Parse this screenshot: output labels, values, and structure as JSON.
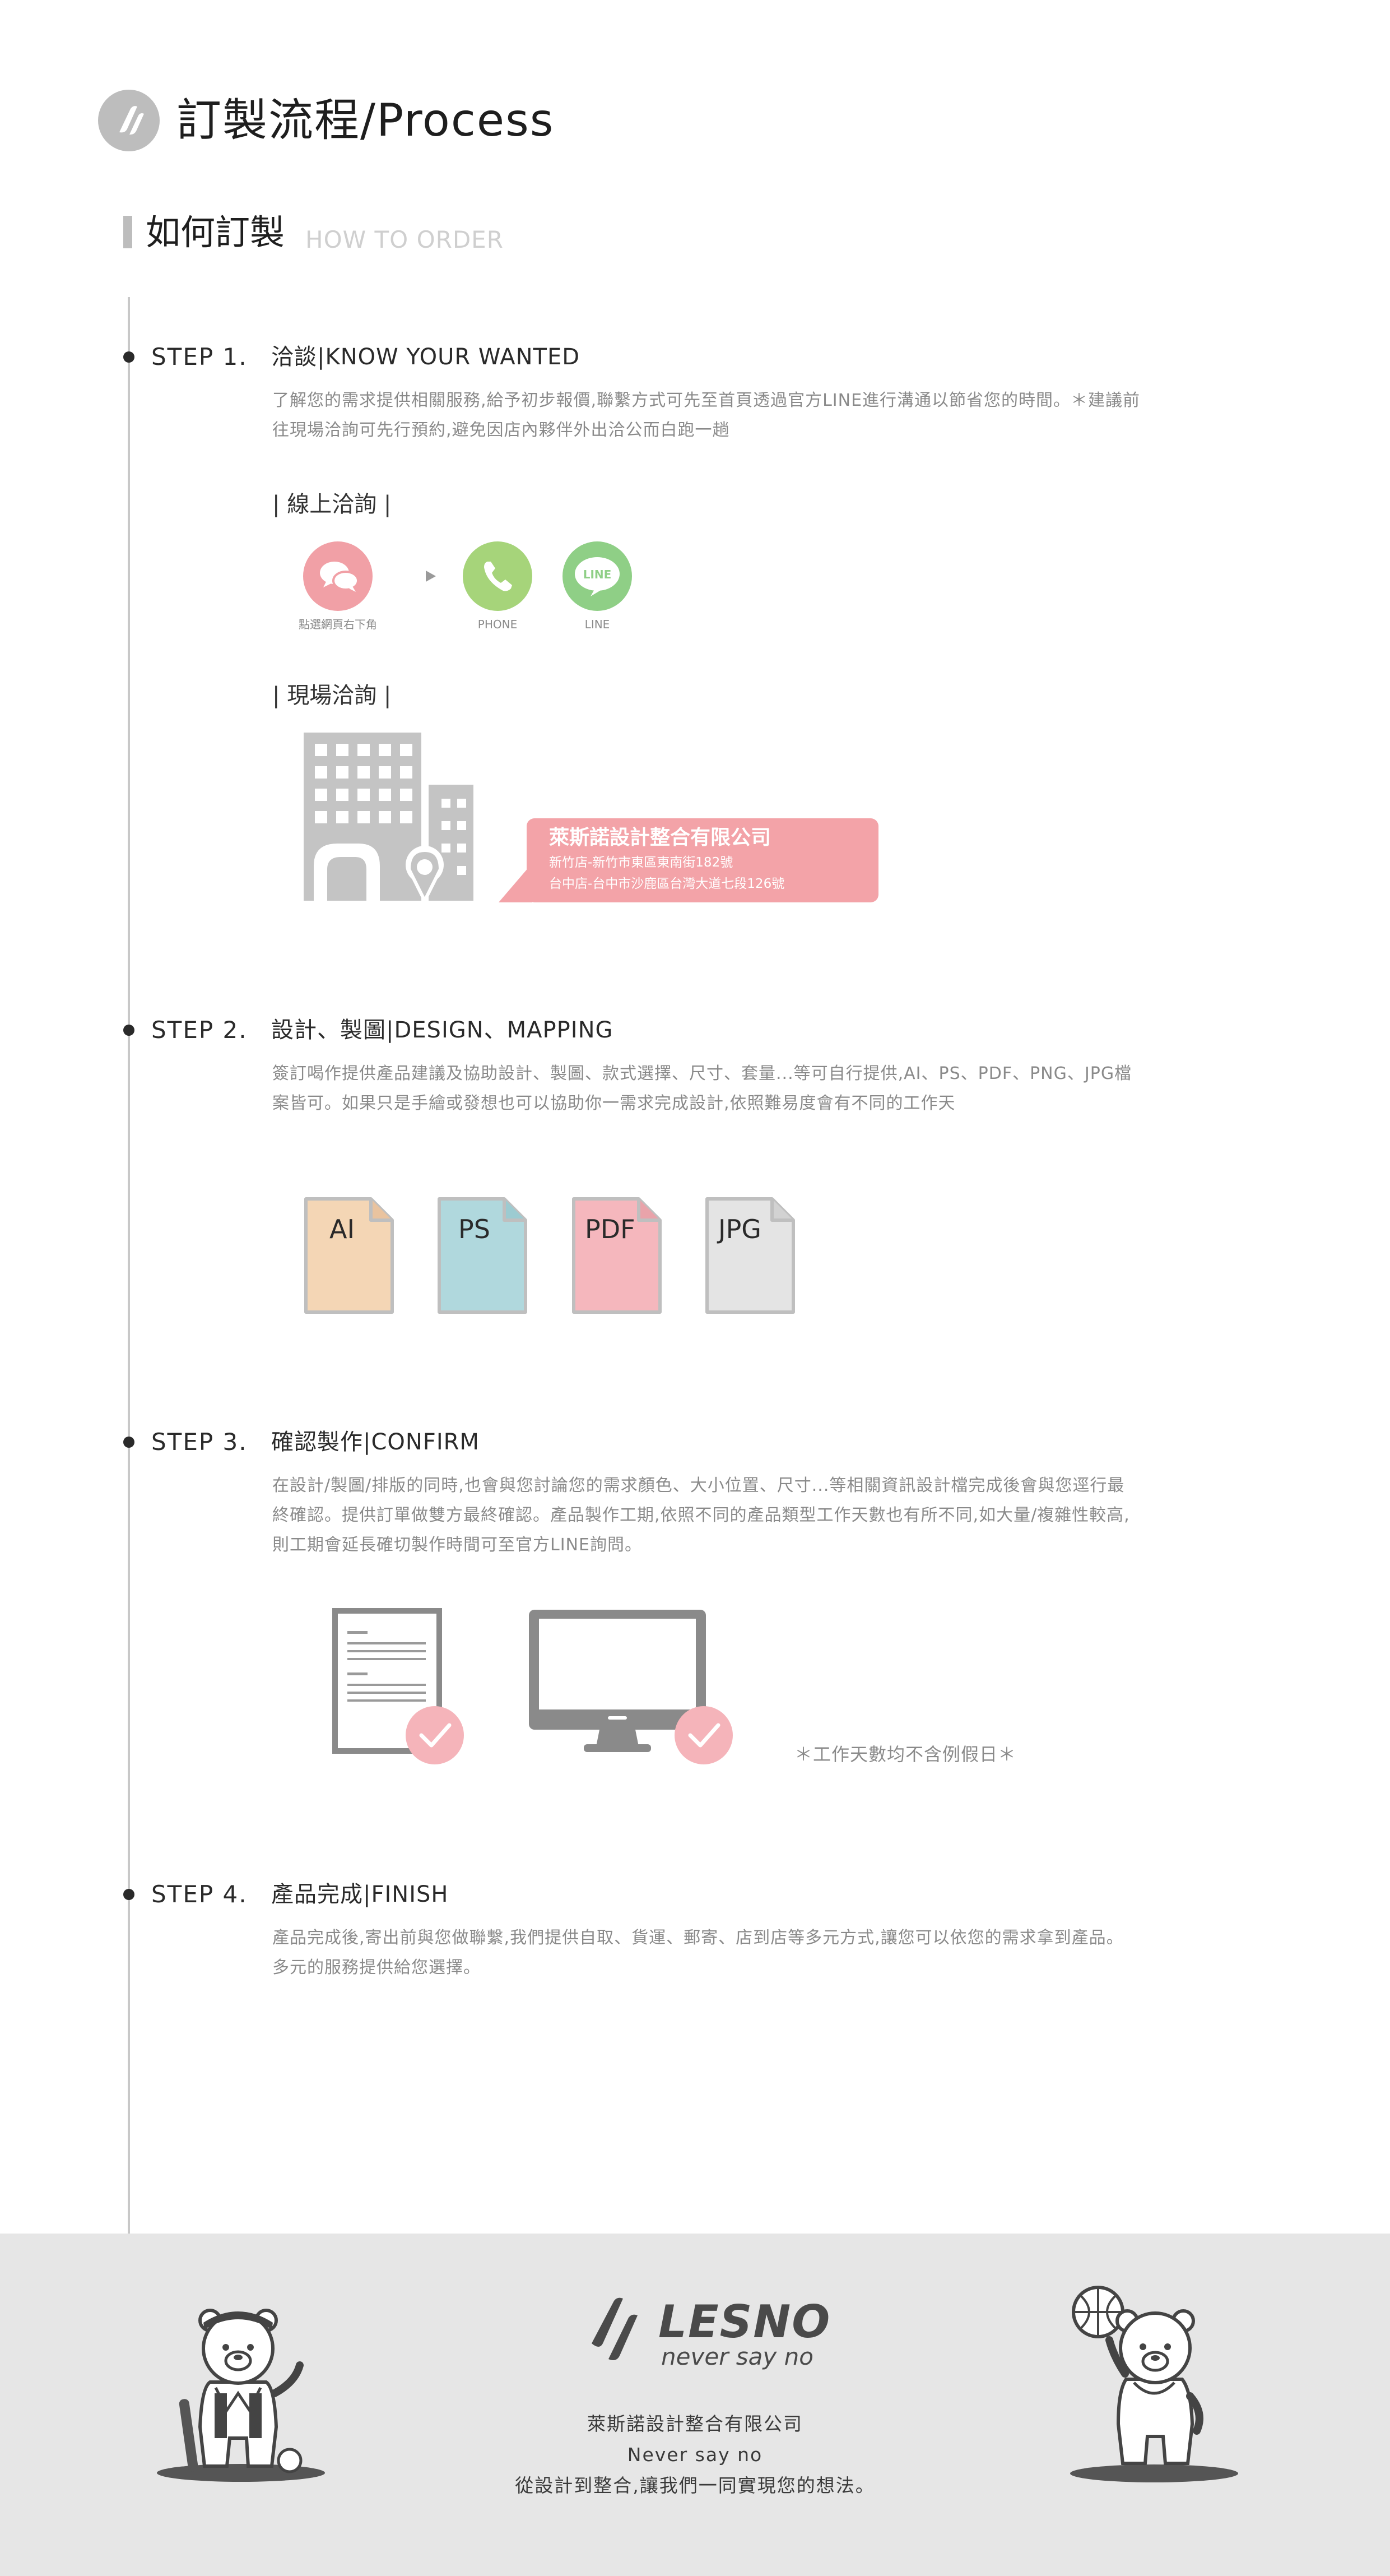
{
  "header": {
    "title": "訂製流程/Process",
    "logo_icon": "leaf-logo-icon"
  },
  "section": {
    "title": "如何訂製",
    "subtitle": "HOW TO ORDER"
  },
  "steps": [
    {
      "number": "STEP 1.",
      "title": "洽談|KNOW YOUR WANTED",
      "description": "了解您的需求提供相關服務,給予初步報價,聯繫方式可先至首頁透過官方LINE進行溝通以節省您的時間。＊建議前往現場洽詢可先行預約,避免因店內夥伴外出洽公而白跑一趟"
    },
    {
      "number": "STEP 2.",
      "title": "設計、製圖|DESIGN、MAPPING",
      "description": "簽訂喝作提供產品建議及協助設計、製圖、款式選擇、尺寸、套量...等可自行提供,AI、PS、PDF、PNG、JPG檔案皆可。如果只是手繪或發想也可以協助你一需求完成設計,依照難易度會有不同的工作天"
    },
    {
      "number": "STEP 3.",
      "title": "確認製作|CONFIRM",
      "description": "在設計/製圖/排版的同時,也會與您討論您的需求顏色、大小位置、尺寸...等相關資訊設計檔完成後會與您逕行最終確認。提供訂單做雙方最終確認。產品製作工期,依照不同的產品類型工作天數也有所不同,如大量/複雜性較高,則工期會延長確切製作時間可至官方LINE詢問。"
    },
    {
      "number": "STEP 4.",
      "title": "產品完成|FINISH",
      "description": "產品完成後,寄出前與您做聯繫,我們提供自取、貨運、郵寄、店到店等多元方式,讓您可以依您的需求拿到產品。多元的服務提供給您選擇。"
    }
  ],
  "online_inquiry": {
    "heading": "| 線上洽詢 |",
    "items": [
      {
        "icon": "chat-bubbles-icon",
        "caption": "點選網頁右下角",
        "color": "#f1a0a6"
      },
      {
        "icon": "arrow-right-icon",
        "caption": ""
      },
      {
        "icon": "phone-icon",
        "caption": "PHONE",
        "color": "#a6d47a"
      },
      {
        "icon": "line-icon",
        "caption": "LINE",
        "color": "#8fcf86"
      }
    ]
  },
  "onsite_inquiry": {
    "heading": "| 現場洽詢 |",
    "company": "萊斯諾設計整合有限公司",
    "stores": [
      "新竹店-新竹市東區東南街182號",
      "台中店-台中市沙鹿區台灣大道七段126號"
    ],
    "icon": "building-location-icon"
  },
  "file_types": [
    {
      "label": "AI",
      "color": "#f4d6b5"
    },
    {
      "label": "PS",
      "color": "#b0d8dd"
    },
    {
      "label": "PDF",
      "color": "#f5b7bd"
    },
    {
      "label": "JPG",
      "color": "#e4e4e4"
    }
  ],
  "confirm": {
    "icons": [
      "document-check-icon",
      "monitor-check-icon"
    ],
    "note": "＊工作天數均不含例假日＊"
  },
  "footer": {
    "brand": "LESNO",
    "slogan": "never say no",
    "company": "萊斯諾設計整合有限公司",
    "tagline": "Never say no",
    "motto": "從設計到整合,讓我們一同實現您的想法。",
    "left_mascot": "bear-baseball-icon",
    "right_mascot": "bear-basketball-icon"
  }
}
